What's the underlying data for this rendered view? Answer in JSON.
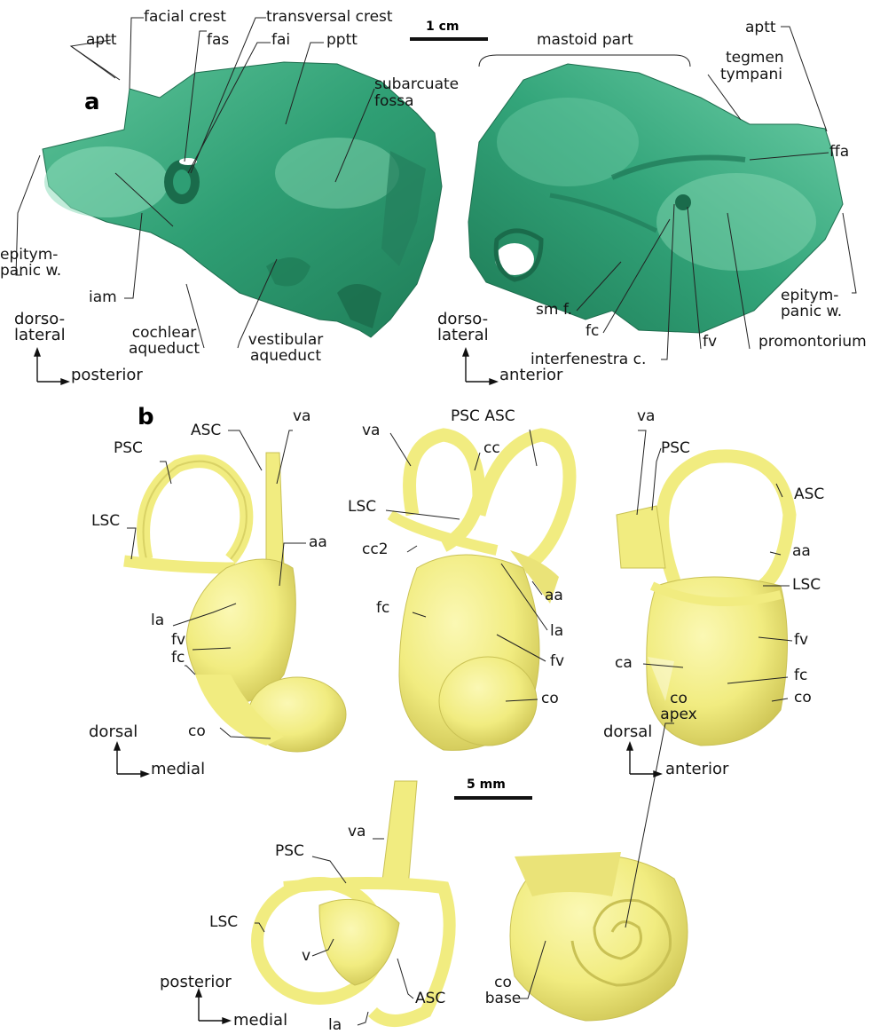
{
  "panels": {
    "a": "a",
    "b": "b"
  },
  "scale_bars": {
    "top": "1 cm",
    "bottom": "5 mm"
  },
  "colors": {
    "petrosal": "#2e9e74",
    "petrosal_light": "#7fd3b0",
    "inner_ear": "#f3f08a",
    "inner_ear_shade": "#c9c154"
  },
  "labels_a_left": {
    "facial_crest": "facial crest",
    "transversal_crest": "transversal crest",
    "aptt": "aptt",
    "fas": "fas",
    "fai": "fai",
    "pptt": "pptt",
    "subarcuate_l1": "subarcuate",
    "subarcuate_l2": "fossa",
    "epitym_l1": "epitym-",
    "epitym_l2": "panic w.",
    "iam": "iam",
    "cochlear_l1": "cochlear",
    "cochlear_l2": "aqueduct",
    "vestibular_l1": "vestibular",
    "vestibular_l2": "aqueduct"
  },
  "labels_a_right": {
    "mastoid_part": "mastoid part",
    "aptt": "aptt",
    "tegmen_l1": "tegmen",
    "tegmen_l2": "tympani",
    "ffa": "ffa",
    "epitym_l1": "epitym-",
    "epitym_l2": "panic w.",
    "sm_f": "sm f.",
    "fc": "fc",
    "interfenestra": "interfenestra c.",
    "fv": "fv",
    "promontorium": "promontorium"
  },
  "axes": {
    "a_left_v1": "dorso-",
    "a_left_v2": "lateral",
    "a_left_h": "posterior",
    "a_right_v1": "dorso-",
    "a_right_v2": "lateral",
    "a_right_h": "anterior",
    "b1_v": "dorsal",
    "b1_h": "medial",
    "b3_v": "dorsal",
    "b3_h": "anterior",
    "b4_v": "posterior",
    "b4_h": "medial"
  },
  "labels_b1": {
    "ASC": "ASC",
    "va": "va",
    "PSC": "PSC",
    "LSC": "LSC",
    "aa": "aa",
    "la": "la",
    "fv": "fv",
    "fc": "fc",
    "co": "co"
  },
  "labels_b2": {
    "va": "va",
    "PSC_ASC": "PSC ASC",
    "cc": "cc",
    "LSC": "LSC",
    "cc2": "cc2",
    "fc": "fc",
    "aa": "aa",
    "la": "la",
    "fv": "fv",
    "co": "co"
  },
  "labels_b3": {
    "va": "va",
    "PSC": "PSC",
    "ASC": "ASC",
    "aa": "aa",
    "LSC": "LSC",
    "fv": "fv",
    "ca": "ca",
    "fc": "fc",
    "co": "co"
  },
  "labels_b4": {
    "va": "va",
    "PSC": "PSC",
    "LSC": "LSC",
    "v": "v",
    "ASC": "ASC",
    "la": "la"
  },
  "labels_b5": {
    "co_apex_l1": "co",
    "co_apex_l2": "apex",
    "co_base_l1": "co",
    "co_base_l2": "base"
  }
}
